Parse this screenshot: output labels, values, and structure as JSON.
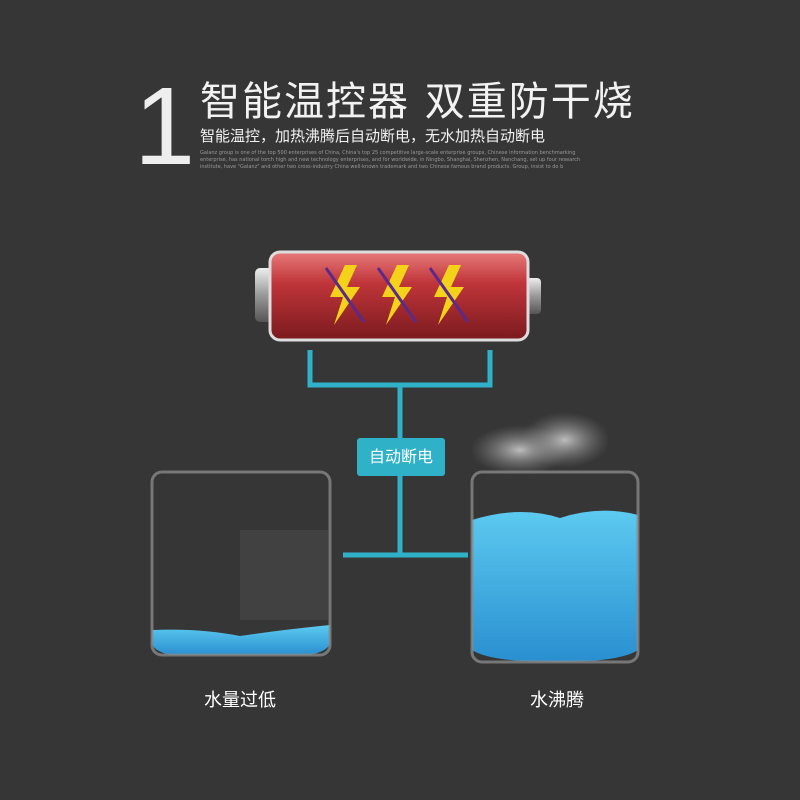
{
  "heading": {
    "number": "1",
    "title": "智能温控器 双重防干烧",
    "subtitle": "智能温控，加热沸腾后自动断电，无水加热自动断电",
    "fine_print": "Galanz group is one of the top 500 enterprises of China, China's top 25 competitive large-scale enterprise groups, Chinese information benchmarking enterprise, has national torch high and new technology enterprises, and for worldwide, in Ningbo, Shanghai, Shenzhen, Nanchang, set up four research institute, have \"Galanz\" and other two cross-industry China well-known trademark and two Chinese famous brand products. Group, insist to do b"
  },
  "diagram": {
    "switch_label": "自动断电",
    "left_label": "水量过低",
    "right_label": "水沸腾",
    "line_color": "#2fb1c8",
    "water_color": "#3fb8e6",
    "battery_color": "#c0353a",
    "bolt_color": "#f5d21a"
  }
}
